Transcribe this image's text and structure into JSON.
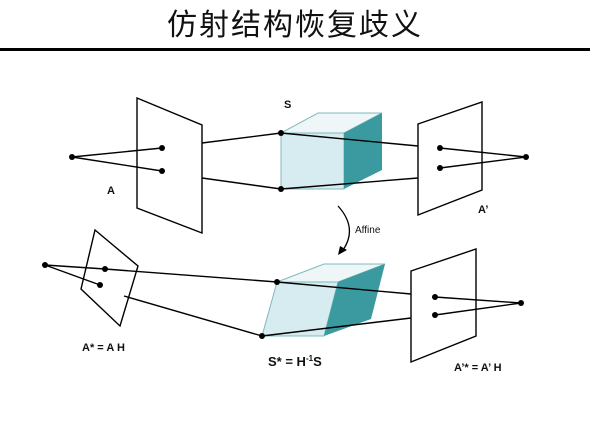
{
  "title": "仿射结构恢复歧义",
  "labels": {
    "S": "S",
    "A": "A",
    "A_prime": "A’",
    "affine": "Affine",
    "A_star": "A* = A H",
    "S_star_prefix": "S* = H",
    "S_star_sup": "-1",
    "S_star_suffix": "S",
    "A_prime_star": "A’* = A’ H"
  },
  "colors": {
    "cube_front": "#d6ecf0",
    "cube_side": "#3a9aa0",
    "cube_top": "#eef6f7"
  }
}
